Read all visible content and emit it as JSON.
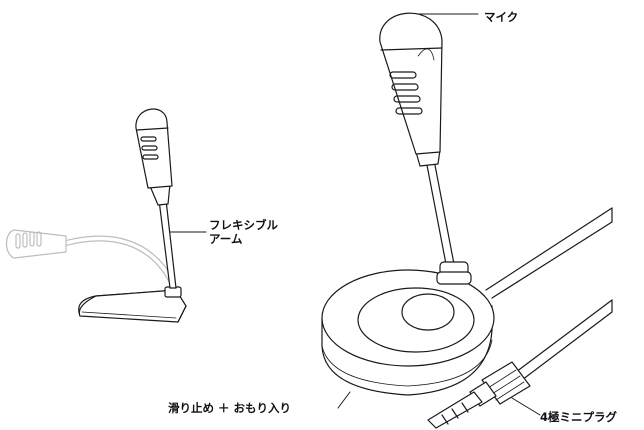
{
  "labels": {
    "microphone": "マイク",
    "flexible_arm_line1": "フレキシブル",
    "flexible_arm_line2": "アーム",
    "base": "滑り止め ＋ おもり入り",
    "plug": "4極ミニプラグ"
  },
  "colors": {
    "line": "#1a1a1a",
    "ghost": "#bdbdbd",
    "fill": "#ffffff"
  }
}
